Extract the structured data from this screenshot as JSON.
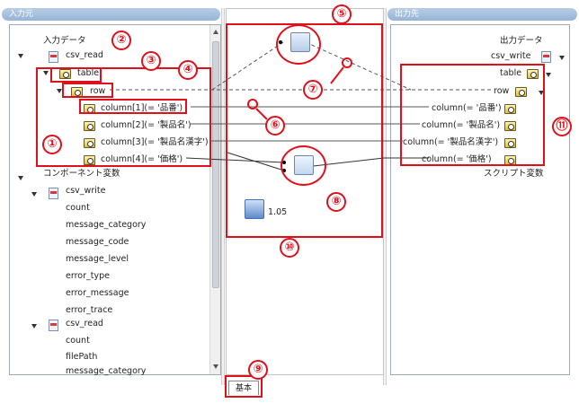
{
  "source_header": "入力元",
  "target_header": "出力先",
  "source_tree": {
    "root_label": "入力データ",
    "csv_read": "csv_read",
    "table": "table",
    "row": "row",
    "columns": [
      "column[1](= '品番')",
      "column[2](= '製品名')",
      "column[3](= '製品名漢字')",
      "column[4](= '価格')"
    ],
    "component_vars_label": "コンポーネント変数",
    "csv_write": "csv_write",
    "csv_write_vars": [
      "count",
      "message_category",
      "message_code",
      "message_level",
      "error_type",
      "error_message",
      "error_trace"
    ],
    "csv_read2": "csv_read",
    "csv_read2_vars": [
      "count",
      "filePath",
      "message_category"
    ]
  },
  "target_tree": {
    "root_label": "出力データ",
    "csv_write": "csv_write",
    "table": "table",
    "row": "row",
    "columns": [
      "column(= '品番')",
      "column(= '製品名')",
      "column(= '製品名漢字')",
      "column(= '価格')"
    ],
    "script_vars_label": "スクリプト変数"
  },
  "canvas": {
    "function_label": "1.05"
  },
  "tab_label": "基本",
  "callouts": [
    "①",
    "②",
    "③",
    "④",
    "⑤",
    "⑥",
    "⑦",
    "⑧",
    "⑨",
    "⑩",
    "⑪"
  ],
  "colors": {
    "highlight": "#e0101a",
    "header": "#a7c1df"
  }
}
